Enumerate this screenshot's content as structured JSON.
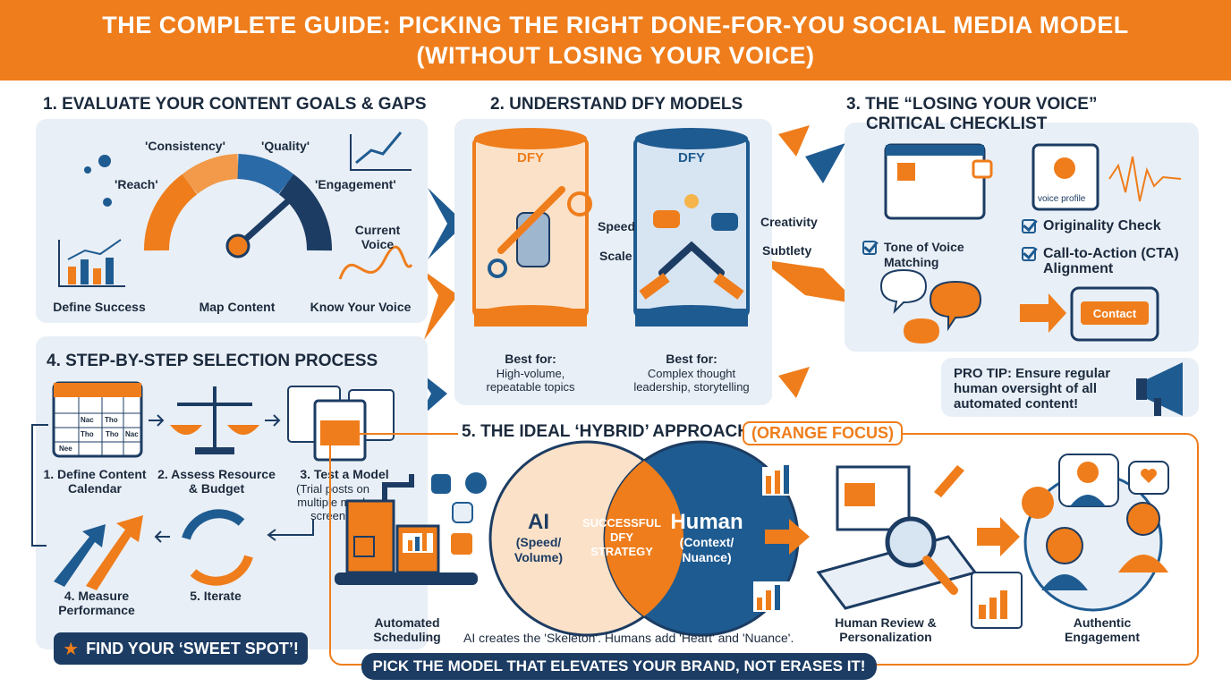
{
  "header": {
    "line1": "THE COMPLETE GUIDE: PICKING THE RIGHT DONE-FOR-YOU SOCIAL MEDIA MODEL",
    "line2": "(WITHOUT LOSING YOUR VOICE)"
  },
  "colors": {
    "orange": "#ef7d1b",
    "navy": "#1c3c63",
    "blue": "#1e5b91",
    "panel": "#e9eff6"
  },
  "section1": {
    "title": "1. EVALUATE YOUR CONTENT GOALS & GAPS",
    "gauge_labels": [
      "'Consistency'",
      "'Quality'",
      "'Reach'",
      "'Engagement'"
    ],
    "current_voice": "Current Voice",
    "steps": [
      "Define Success",
      "Map Content",
      "Know Your Voice"
    ]
  },
  "section2": {
    "title": "2. UNDERSTAND DFY MODELS",
    "ai": {
      "title": "AI-POWERED DFY",
      "tags": [
        "Speed",
        "Scale"
      ],
      "best_for_label": "Best for:",
      "best_for": "High-volume, repeatable topics"
    },
    "human": {
      "title": "HUMAN-LED DFY",
      "tags": [
        "Creativity",
        "Subtlety"
      ],
      "best_for_label": "Best for:",
      "best_for": "Complex thought leadership, storytelling"
    }
  },
  "section3": {
    "title_line1": "3. THE “LOSING YOUR VOICE”",
    "title_line2": "CRITICAL CHECKLIST",
    "voice_profile": "voice profile",
    "checks": [
      "Tone of Voice Matching",
      "Originality Check",
      "Call-to-Action (CTA) Alignment"
    ],
    "contact_button": "Contact",
    "pro_tip": "PRO TIP: Ensure regular human oversight of all automated content!"
  },
  "section4": {
    "title": "4. STEP-BY-STEP SELECTION PROCESS",
    "calendar_cells": [
      "Nac",
      "Tho",
      "Tho",
      "Nac",
      "Tho",
      "Nee"
    ],
    "steps": [
      {
        "label": "1. Define Content Calendar"
      },
      {
        "label": "2. Assess Resource & Budget"
      },
      {
        "label": "3. Test a Model",
        "note": "(Trial posts on multiple mock screens)"
      },
      {
        "label": "4. Measure Performance"
      },
      {
        "label": "5. Iterate"
      }
    ],
    "sweet_spot": "FIND YOUR ‘SWEET SPOT’!"
  },
  "section5": {
    "title": "5. THE IDEAL ‘HYBRID’ APPROACH",
    "focus_tag": "(ORANGE FOCUS)",
    "venn": {
      "left_title": "AI",
      "left_sub": "(Speed/ Volume)",
      "center": "SUCCESSFUL DFY STRATEGY",
      "right_title": "Human",
      "right_sub": "(Context/ Nuance)"
    },
    "caption": "AI creates the 'Skeleton'. Humans add 'Heart' and 'Nuance'.",
    "automated_scheduling": "Automated Scheduling",
    "human_review": "Human Review & Personalization",
    "authentic_engagement": "Authentic Engagement",
    "banner": "PICK THE MODEL THAT ELEVATES YOUR BRAND, NOT ERASES IT!"
  }
}
